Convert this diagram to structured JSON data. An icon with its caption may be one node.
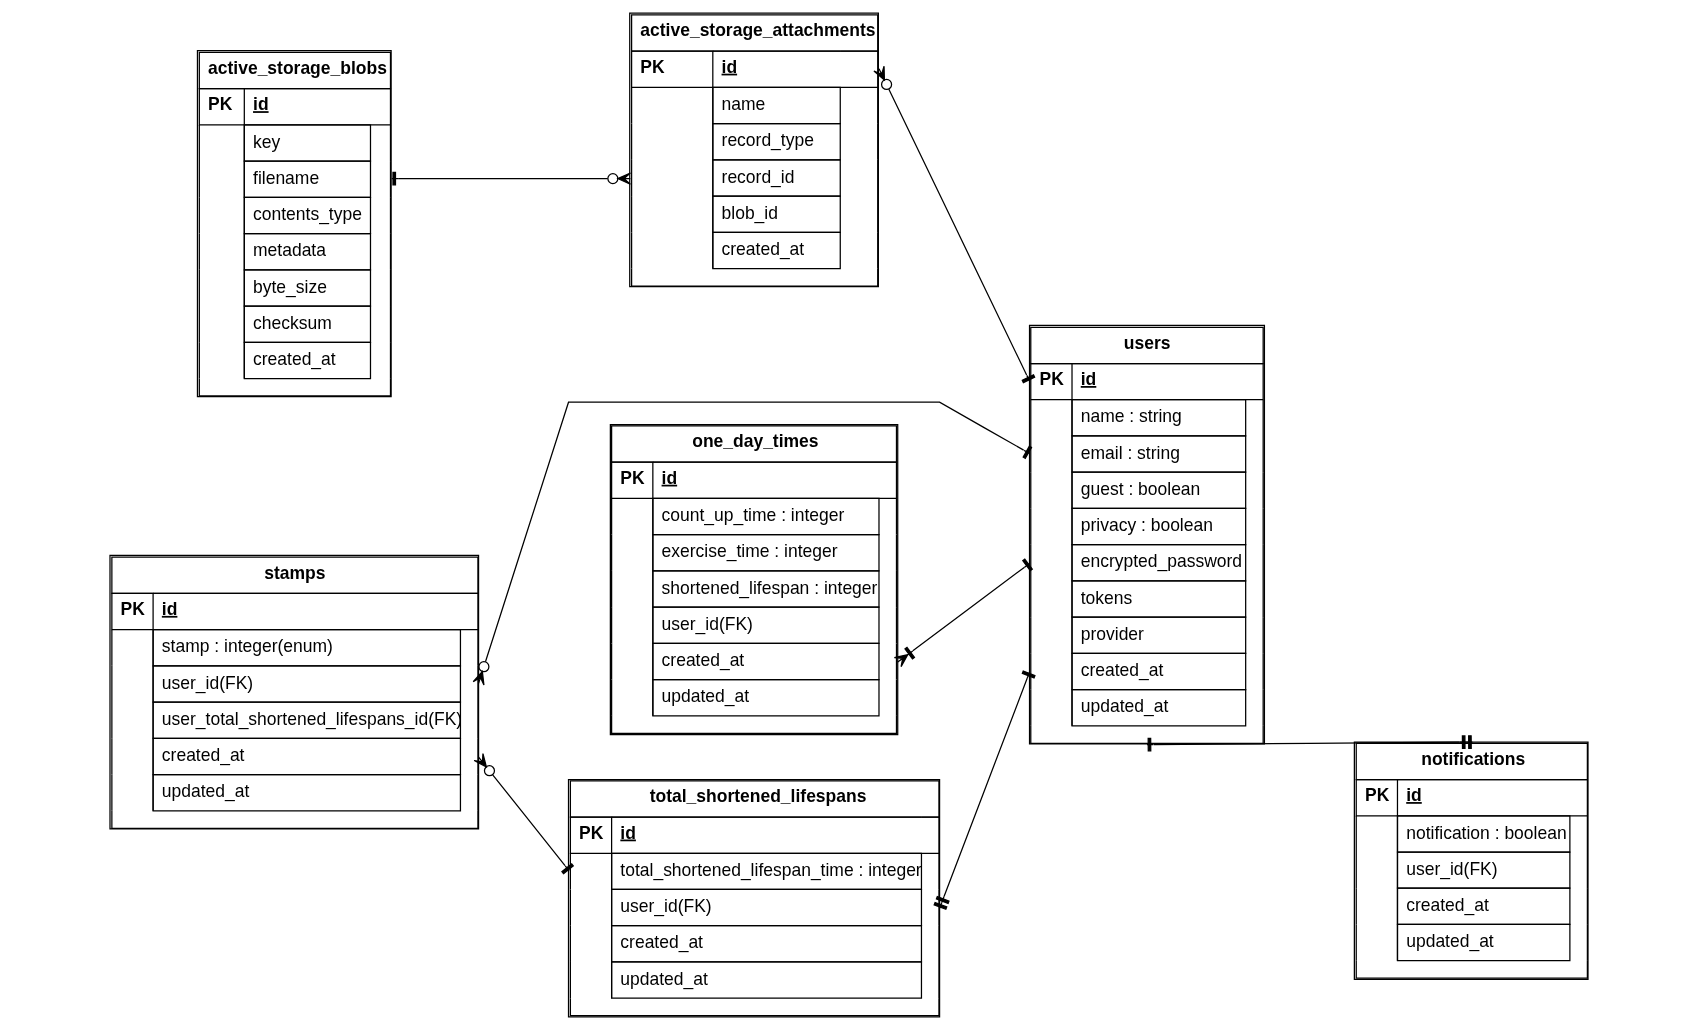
{
  "diagram": {
    "nodes": [
      {
        "text": [
          "active_storage_blobs",
          "PK",
          "id",
          "key",
          "filename",
          "contents_type",
          "metadata",
          "byte_size",
          "checksum",
          "created_at"
        ]
      },
      {
        "text": [
          "active_storage_attachments",
          "PK",
          "id",
          "name",
          "record_type",
          "record_id",
          "blob_id",
          "created_at"
        ]
      },
      {
        "text": [
          "one_day_times",
          "PK",
          "id",
          "count_up_time : integer",
          "exercise_time : integer",
          "shortened_lifespan : integer",
          "user_id(FK)",
          "created_at",
          "updated_at"
        ]
      },
      {
        "text": [
          "users",
          "PK",
          "id",
          "name : string",
          "email : string",
          "guest : boolean",
          "privacy : boolean",
          "encrypted_password",
          "tokens",
          "provider",
          "created_at",
          "updated_at"
        ]
      },
      {
        "text": [
          "stamps",
          "PK",
          "id",
          "stamp : integer(enum)",
          "user_id(FK)",
          "user_total_shortened_lifespans_id(FK)",
          "created_at",
          "updated_at"
        ]
      },
      {
        "text": [
          "total_shortened_lifespans",
          "PK",
          "id",
          "total_shortened_lifespan_time : integer",
          "user_id(FK)",
          "created_at",
          "updated_at"
        ]
      },
      {
        "text": [
          "notifications",
          "PK",
          "id",
          "notification : boolean",
          "user_id(FK)",
          "created_at",
          "updated_at"
        ]
      }
    ],
    "edges": [
      {
        "from": 0,
        "to": 1,
        "arrow": "other"
      },
      {
        "from": 1,
        "to": 3,
        "arrow": "other"
      },
      {
        "from": 2,
        "to": 3,
        "arrow": "other"
      },
      {
        "from": 4,
        "to": 3,
        "arrow": "other"
      },
      {
        "from": 5,
        "to": 3,
        "arrow": "other"
      },
      {
        "from": 3,
        "to": 6,
        "arrow": "other"
      },
      {
        "from": 4,
        "to": 5,
        "arrow": "other"
      }
    ]
  }
}
